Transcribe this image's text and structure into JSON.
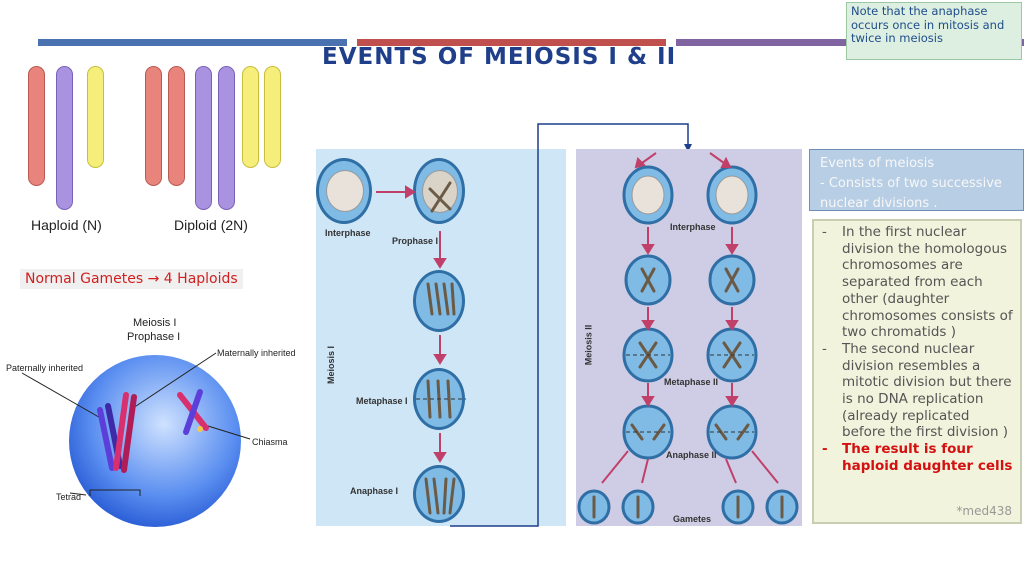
{
  "title": "EVENTS OF MEIOSIS I & II",
  "note": "Note that the anaphase occurs once in mitosis and twice in meiosis",
  "chromosome_labels": {
    "haploid": "Haploid (N)",
    "diploid": "Diploid (2N)"
  },
  "gametes_text": "Normal Gametes → 4 Haploids",
  "prophase_figure": {
    "title_line1": "Meiosis I",
    "title_line2": "Prophase I",
    "paternal": "Paternally inherited",
    "maternal": "Maternally inherited",
    "chiasma": "Chiasma",
    "tetrad": "Tetrad"
  },
  "meiosis1_panel": {
    "side_label": "Meiosis I",
    "interphase": "Interphase",
    "prophase": "Prophase I",
    "metaphase": "Metaphase I",
    "anaphase": "Anaphase I"
  },
  "meiosis2_panel": {
    "side_label": "Meiosis II",
    "interphase": "Interphase",
    "metaphase": "Metaphase II",
    "anaphase": "Anaphase II",
    "gametes": "Gametes"
  },
  "events": {
    "heading_line1": "Events of meiosis",
    "heading_line2": "- Consists of two successive nuclear divisions .",
    "bullets": [
      "In the first nuclear division the homologous chromosomes are separated from each other (daughter chromosomes consists of two chromatids )",
      "The second nuclear division resembles a mitotic division but there is no DNA replication (already replicated before the first division )",
      "The result is four haploid daughter cells"
    ],
    "footer": "*med438"
  }
}
